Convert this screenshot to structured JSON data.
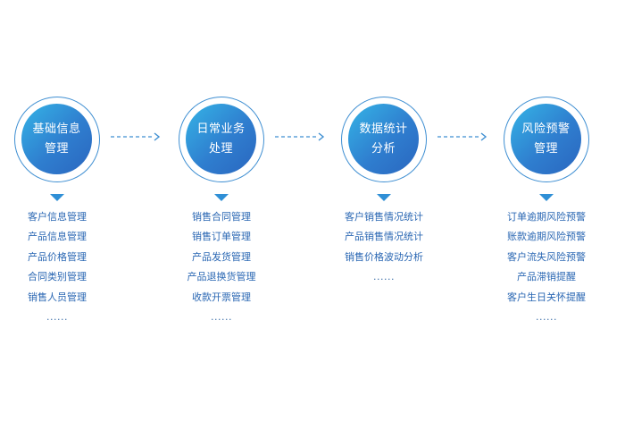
{
  "stages": [
    {
      "title_lines": [
        "基础信息",
        "管理"
      ],
      "items": [
        "客户信息管理",
        "产品信息管理",
        "产品价格管理",
        "合同类别管理",
        "销售人员管理",
        "......"
      ]
    },
    {
      "title_lines": [
        "日常业务",
        "处理"
      ],
      "items": [
        "销售合同管理",
        "销售订单管理",
        "产品发货管理",
        "产品退换货管理",
        "收款开票管理",
        "......"
      ]
    },
    {
      "title_lines": [
        "数据统计",
        "分析"
      ],
      "items": [
        "客户销售情况统计",
        "产品销售情况统计",
        "销售价格波动分析",
        "......"
      ]
    },
    {
      "title_lines": [
        "风险预警",
        "管理"
      ],
      "items": [
        "订单逾期风险预警",
        "账款逾期风险预警",
        "客户流失风险预警",
        "产品滞销提醒",
        "客户生日关怀提醒",
        "......"
      ]
    }
  ],
  "colors": {
    "ring": "#3f8fd2",
    "disc_start": "#35b4e6",
    "disc_end": "#2a66bf",
    "item_text": "#2a67b3",
    "arrow": "#3f8fd2"
  }
}
